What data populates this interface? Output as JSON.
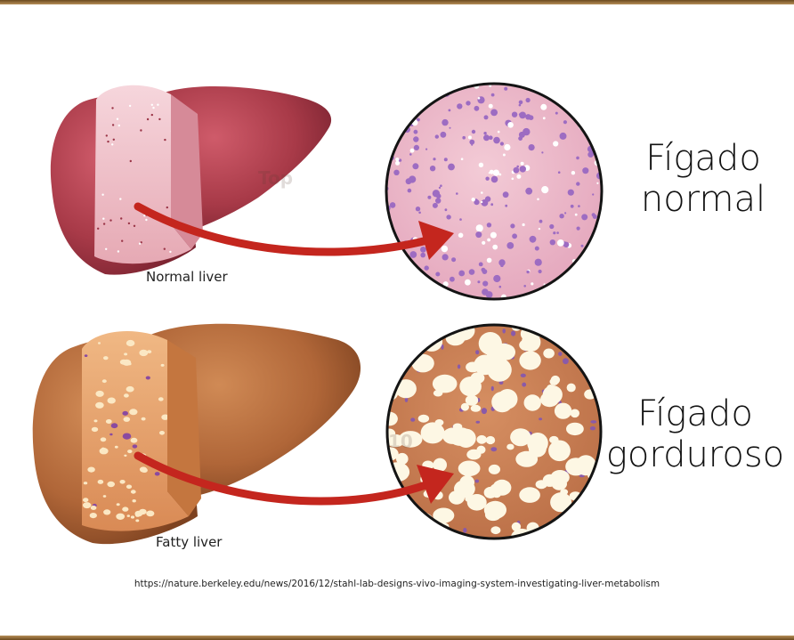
{
  "normal": {
    "liver_label": "Normal liver",
    "title_line1": "Fígado",
    "title_line2": "normal",
    "colors": {
      "lobe": "#b0404e",
      "cut": "#f1c9d0",
      "circle": "#e8b4c4",
      "dots": "#9d6cc2",
      "arrow": "#c4261e"
    }
  },
  "fatty": {
    "liver_label": "Fatty liver",
    "title_line1": "Fígado",
    "title_line2": "gorduroso",
    "colors": {
      "lobe": "#b76a3c",
      "cut": "#e8a772",
      "circle": "#c98256",
      "droplets": "#fdf7e4",
      "arrow": "#c4261e"
    }
  },
  "watermarks": {
    "top": "Top",
    "bottom": "10"
  },
  "source_url": "https://nature.berkeley.edu/news/2016/12/stahl-lab-designs-vivo-imaging-system-investigating-liver-metabolism"
}
